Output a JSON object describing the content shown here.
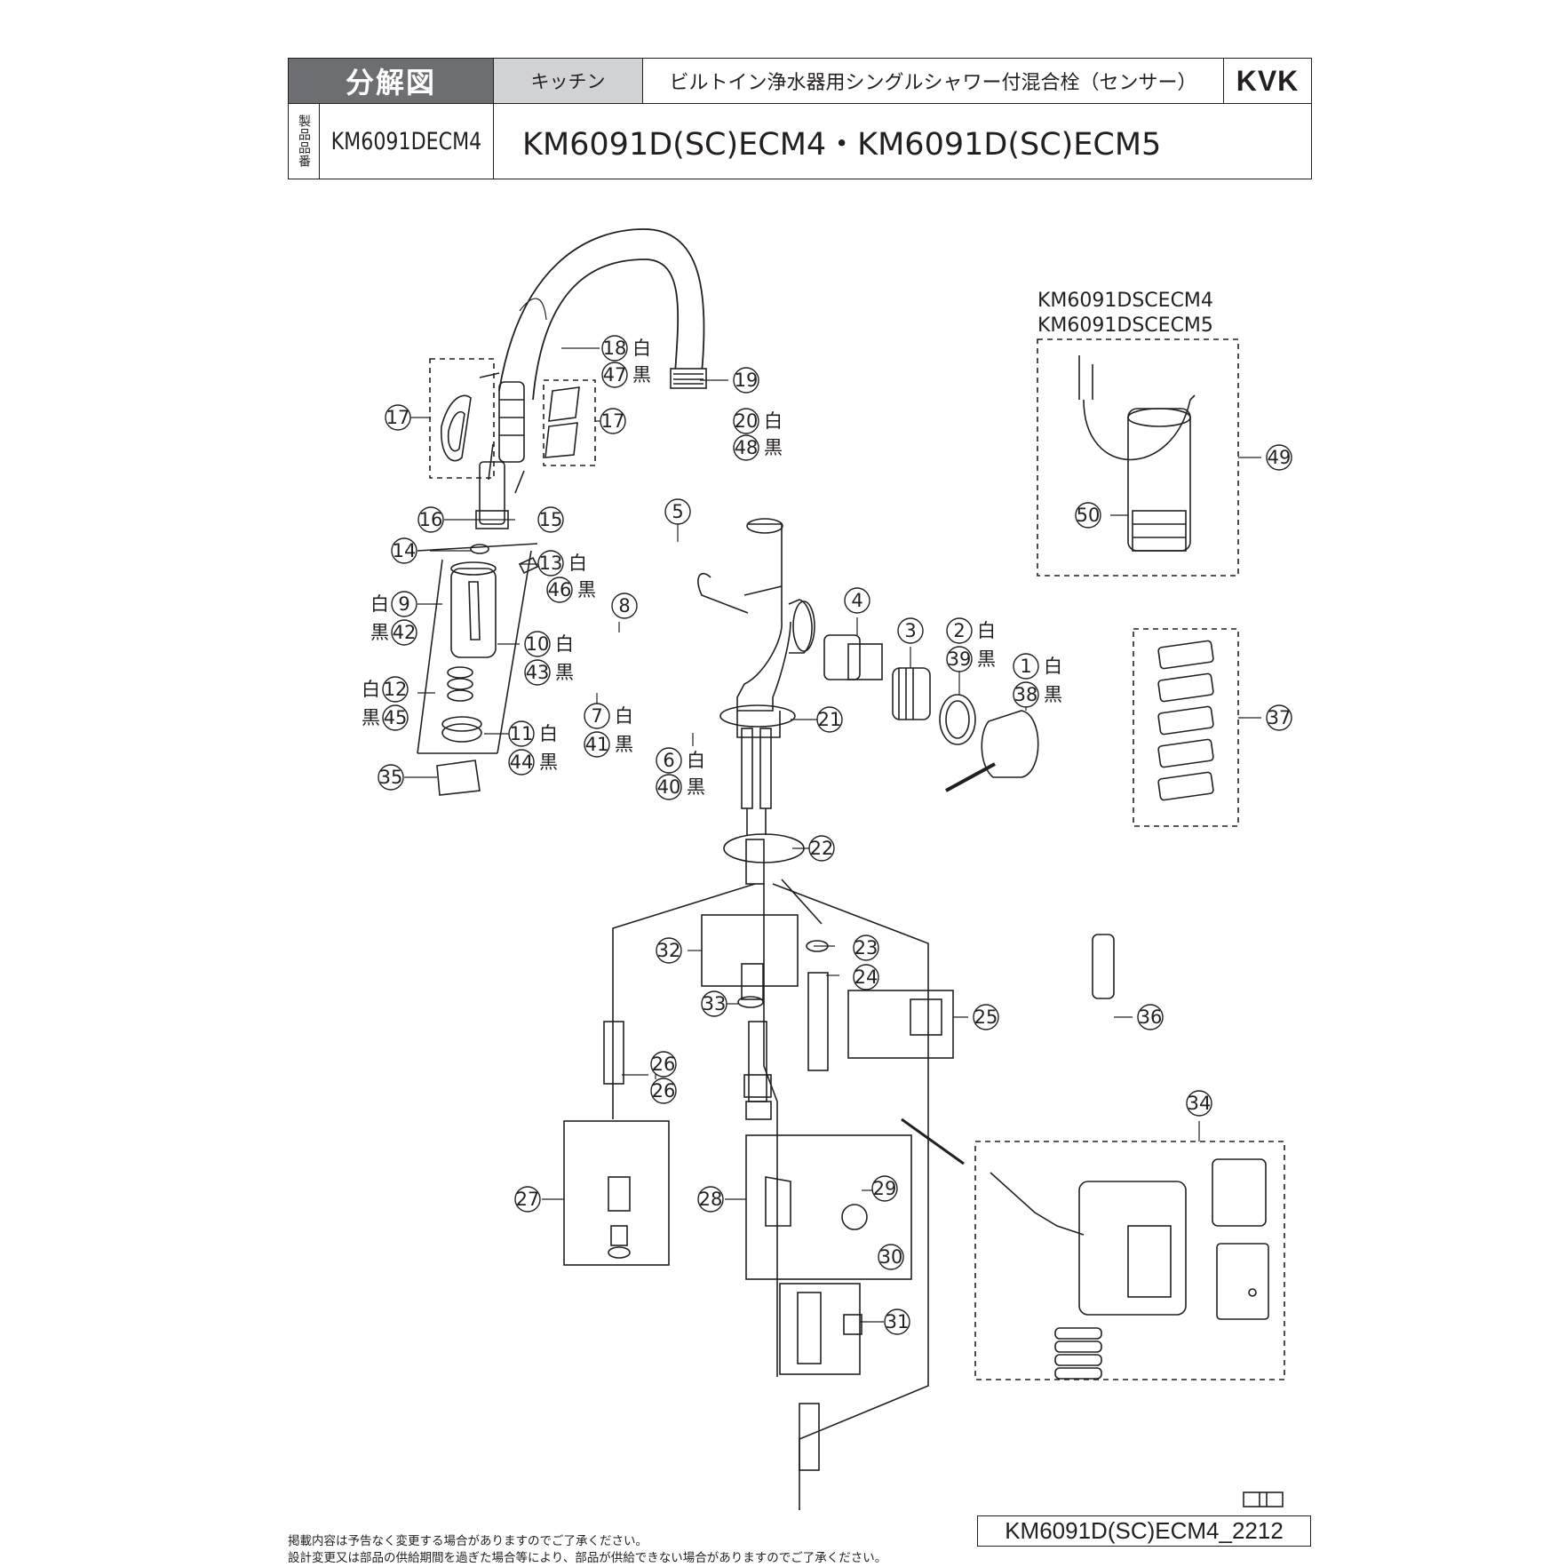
{
  "header": {
    "title": "分解図",
    "category": "キッチン",
    "product_desc": "ビルトイン浄水器用シングルシャワー付混合栓（センサー）",
    "brand": "KVK",
    "side_label": "製品品番",
    "model_code": "KM6091DECM4",
    "models": "KM6091D(SC)ECM4・KM6091D(SC)ECM5"
  },
  "inset": {
    "model_a": "KM6091DSCECM4",
    "model_b": "KM6091DSCECM5"
  },
  "colors": {
    "white_suffix": "白",
    "black_suffix": "黒"
  },
  "parts": {
    "p1": "1",
    "p2": "2",
    "p3": "3",
    "p4": "4",
    "p5": "5",
    "p6": "6",
    "p7": "7",
    "p8": "8",
    "p9": "9",
    "p10": "10",
    "p11": "11",
    "p12": "12",
    "p13": "13",
    "p14": "14",
    "p15": "15",
    "p16": "16",
    "p17": "17",
    "p18": "18",
    "p19": "19",
    "p20": "20",
    "p21": "21",
    "p22": "22",
    "p23": "23",
    "p24": "24",
    "p25": "25",
    "p26": "26",
    "p27": "27",
    "p28": "28",
    "p29": "29",
    "p30": "30",
    "p31": "31",
    "p32": "32",
    "p33": "33",
    "p34": "34",
    "p35": "35",
    "p36": "36",
    "p37": "37",
    "p38": "38",
    "p39": "39",
    "p40": "40",
    "p41": "41",
    "p42": "42",
    "p43": "43",
    "p44": "44",
    "p45": "45",
    "p46": "46",
    "p47": "47",
    "p48": "48",
    "p49": "49",
    "p50": "50"
  },
  "footer": {
    "note1": "掲載内容は予告なく変更する場合がありますのでご了承ください。",
    "note2": "設計変更又は部品の供給期間を過ぎた場合等により、部品が供給できない場合がありますのでご了承ください。",
    "doc_code": "KM6091D(SC)ECM4_2212"
  }
}
